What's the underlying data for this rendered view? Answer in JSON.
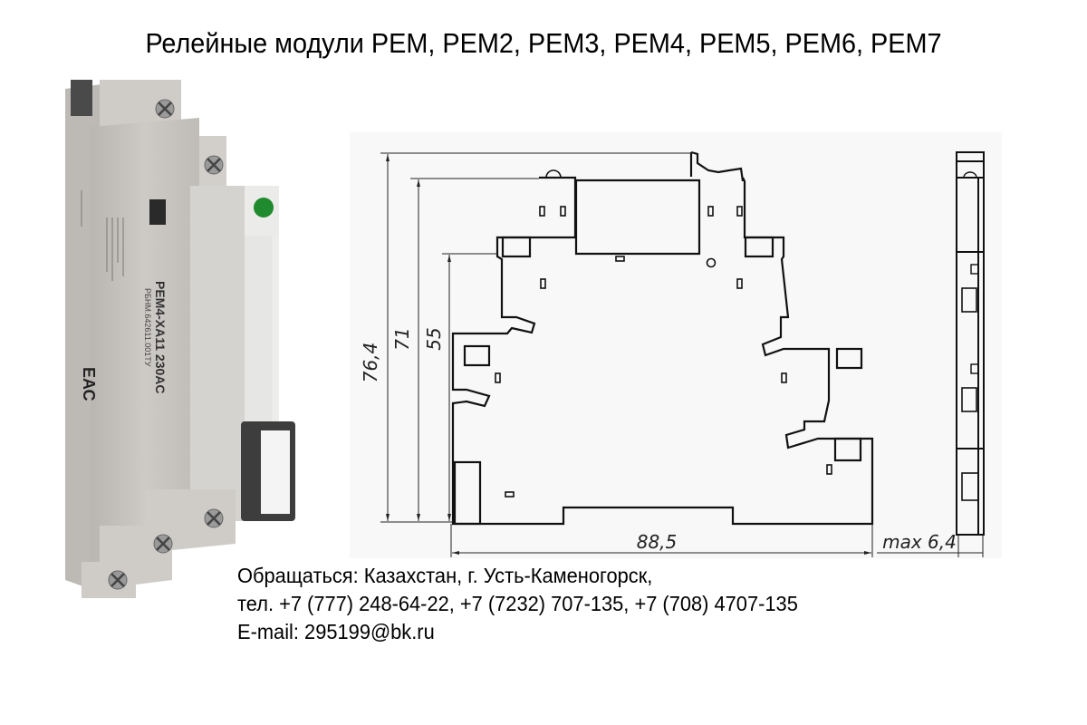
{
  "title": "Релейные модули РЕМ, РЕМ2, РЕМ3, РЕМ4, РЕМ5, РЕМ6, РЕМ7",
  "product_photo": {
    "model_label": "РЕМ4-ХА11 230AC",
    "code_label": "РБНМ.642611.001ТУ",
    "cert_mark": "ЕАС",
    "indicator_color": "#1f8a2e",
    "body_color": "#c9c6c2"
  },
  "drawing": {
    "dimensions": {
      "height_total": "76,4",
      "height_mid": "71",
      "height_low": "55",
      "width": "88,5",
      "side_width": "max 6,4"
    }
  },
  "contact": {
    "line1": "Обращаться: Казахстан, г. Усть-Каменогорск,",
    "line2": "тел. +7 (777) 248-64-22, +7 (7232) 707-135, +7 (708) 4707-135",
    "line3": "E-mail:  295199@bk.ru"
  }
}
